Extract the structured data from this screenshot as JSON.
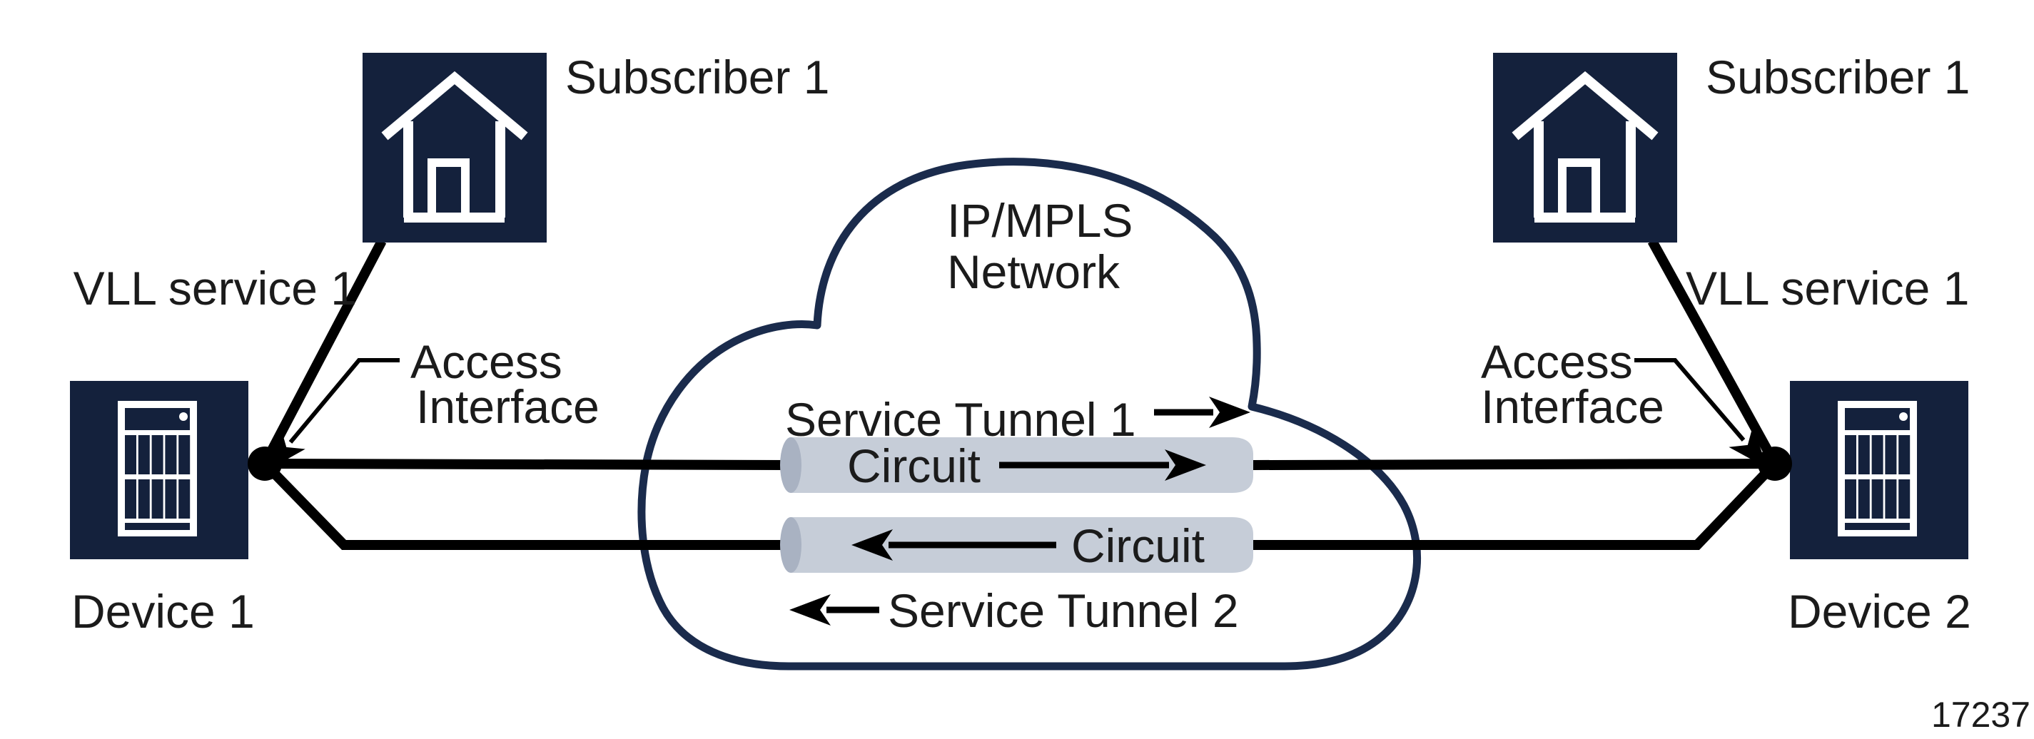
{
  "figure_number": "17237",
  "cloud": {
    "title_line1": "IP/MPLS",
    "title_line2": "Network"
  },
  "left_site": {
    "subscriber_label": "Subscriber 1",
    "vll_service_label": "VLL service 1",
    "device_label": "Device 1",
    "access_interface_line1": "Access",
    "access_interface_line2": "Interface"
  },
  "right_site": {
    "subscriber_label": "Subscriber 1",
    "vll_service_label": "VLL service 1",
    "device_label": "Device 2",
    "access_interface_line1": "Access",
    "access_interface_line2": "Interface"
  },
  "tunnels": {
    "tunnel1_label": "Service Tunnel 1",
    "tunnel1_circuit_label": "Circuit",
    "tunnel2_label": "Service Tunnel 2",
    "tunnel2_circuit_label": "Circuit"
  },
  "colors": {
    "navy_icon": "#14213C",
    "cloud_outline": "#1A2B4C",
    "pipe_body": "#C6CDD8",
    "pipe_cap": "#A9B2C2",
    "line": "#000000",
    "text": "#1B1B1B"
  }
}
